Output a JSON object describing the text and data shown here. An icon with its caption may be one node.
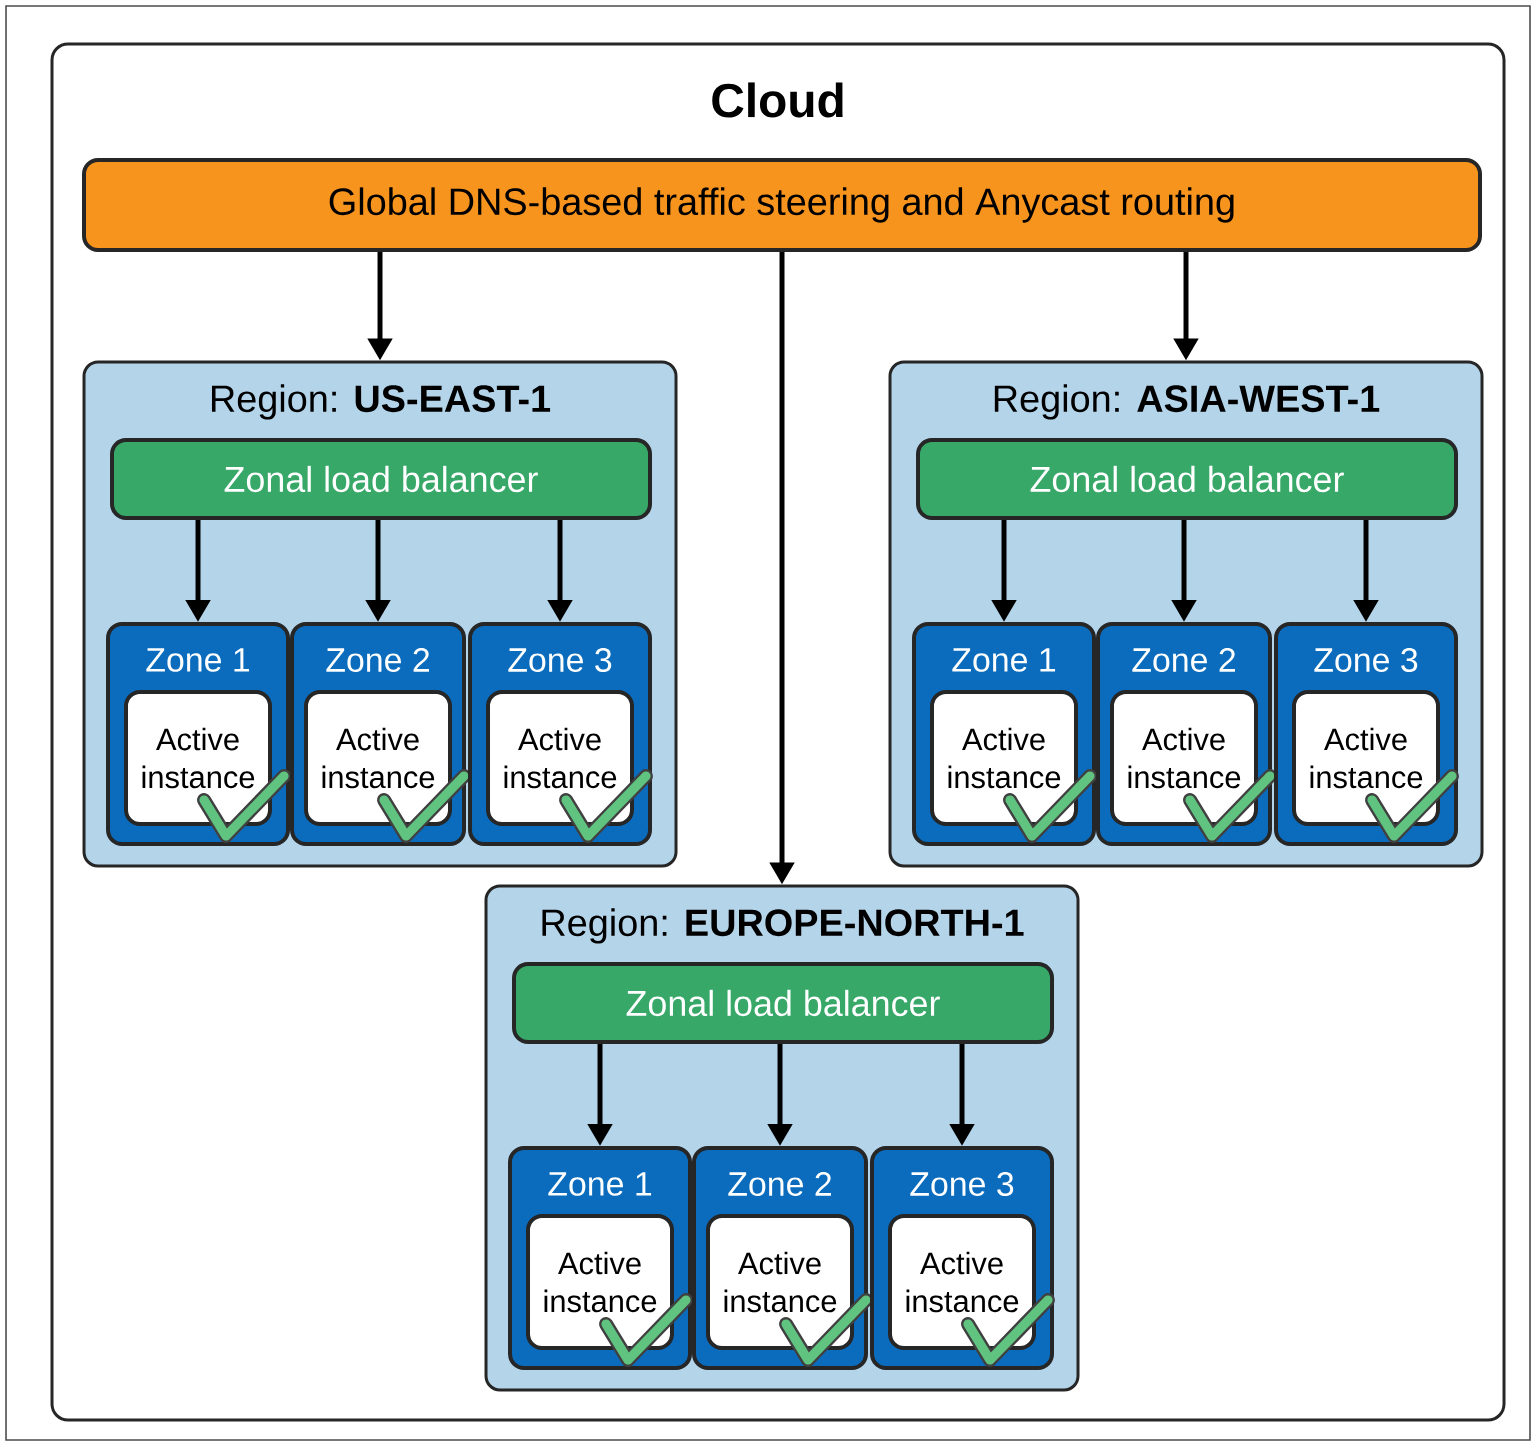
{
  "diagram": {
    "nodes": [
      {
        "text": [
          "Cloud"
        ]
      },
      {
        "text": [
          "Global DNS-based traffic steering and Anycast routing"
        ],
        "in": 0
      },
      {
        "text": [
          "Region: **US-EAST-1**"
        ],
        "in": 0
      },
      {
        "text": [
          "Zonal load balancer"
        ],
        "in": 2
      },
      {
        "text": [
          "Zone 1"
        ],
        "in": 2
      },
      {
        "text": [
          "Active instance"
        ],
        "in": 4
      },
      {
        "text": [
          "Zone 2"
        ],
        "in": 2
      },
      {
        "text": [
          "Active instance"
        ],
        "in": 6
      },
      {
        "text": [
          "Zone 3"
        ],
        "in": 2
      },
      {
        "text": [
          "Active instance"
        ],
        "in": 8
      },
      {
        "text": [
          "Region: **ASIA-WEST-1**"
        ],
        "in": 0
      },
      {
        "text": [
          "Zonal load balancer"
        ],
        "in": 10
      },
      {
        "text": [
          "Zone 1"
        ],
        "in": 10
      },
      {
        "text": [
          "Active instance"
        ],
        "in": 12
      },
      {
        "text": [
          "Zone 2"
        ],
        "in": 10
      },
      {
        "text": [
          "Active instance"
        ],
        "in": 14
      },
      {
        "text": [
          "Zone 3"
        ],
        "in": 10
      },
      {
        "text": [
          "Active instance"
        ],
        "in": 16
      },
      {
        "text": [
          "Region: **EUROPE-NORTH-1**"
        ],
        "in": 0
      },
      {
        "text": [
          "Zonal load balancer"
        ],
        "in": 18
      },
      {
        "text": [
          "Zone 1"
        ],
        "in": 18
      },
      {
        "text": [
          "Active instance"
        ],
        "in": 20
      },
      {
        "text": [
          "Zone 2"
        ],
        "in": 18
      },
      {
        "text": [
          "Active instance"
        ],
        "in": 22
      },
      {
        "text": [
          "Zone 3"
        ],
        "in": 18
      },
      {
        "text": [
          "Active instance"
        ],
        "in": 24
      }
    ],
    "edges": [
      {
        "from": 1,
        "to": 2,
        "arrow": "to"
      },
      {
        "from": 1,
        "to": 18,
        "arrow": "to"
      },
      {
        "from": 1,
        "to": 10,
        "arrow": "to"
      },
      {
        "from": 3,
        "to": 4,
        "arrow": "to"
      },
      {
        "from": 3,
        "to": 6,
        "arrow": "to"
      },
      {
        "from": 3,
        "to": 8,
        "arrow": "to"
      },
      {
        "from": 11,
        "to": 12,
        "arrow": "to"
      },
      {
        "from": 11,
        "to": 14,
        "arrow": "to"
      },
      {
        "from": 11,
        "to": 16,
        "arrow": "to"
      },
      {
        "from": 19,
        "to": 20,
        "arrow": "to"
      },
      {
        "from": 19,
        "to": 22,
        "arrow": "to"
      },
      {
        "from": 19,
        "to": 24,
        "arrow": "to"
      }
    ]
  }
}
